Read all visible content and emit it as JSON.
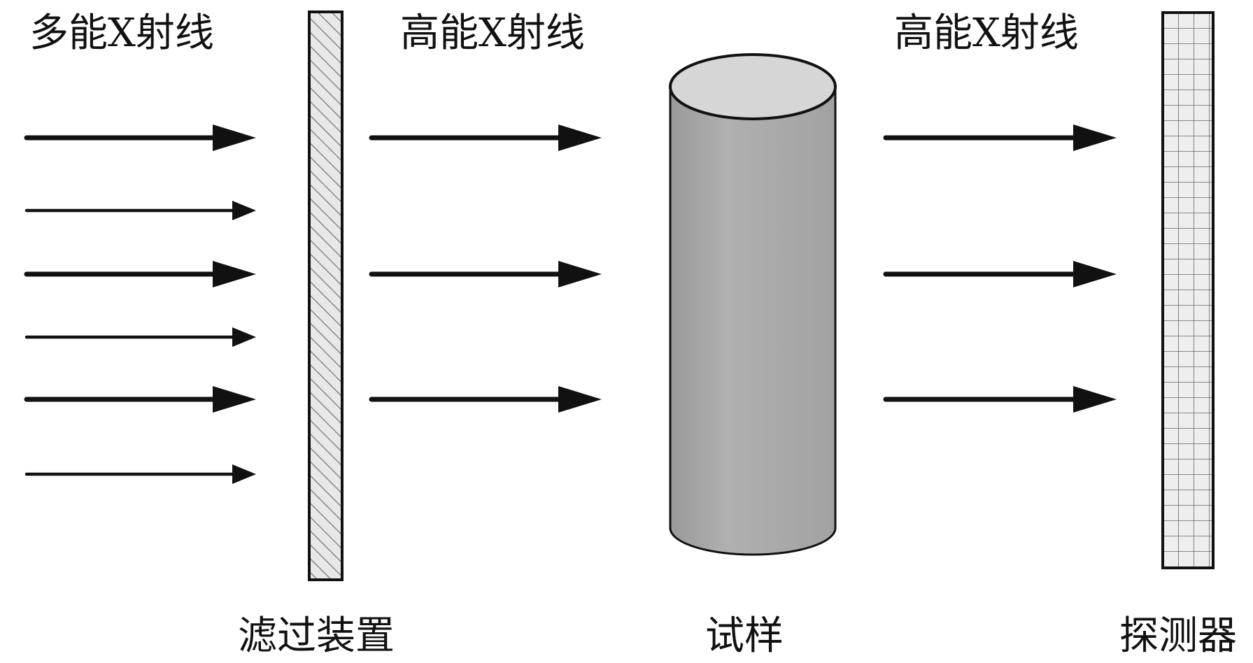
{
  "labels": {
    "incoming_beam": "多能X射线",
    "filtered_beam": "高能X射线",
    "transmitted_beam": "高能X射线",
    "filter": "滤过装置",
    "sample": "试样",
    "detector": "探测器"
  },
  "arrows": {
    "incoming": [
      {
        "weight": "heavy"
      },
      {
        "weight": "light"
      },
      {
        "weight": "heavy"
      },
      {
        "weight": "light"
      },
      {
        "weight": "heavy"
      },
      {
        "weight": "light"
      }
    ],
    "filtered": [
      {
        "weight": "heavy"
      },
      {
        "weight": "heavy"
      },
      {
        "weight": "heavy"
      }
    ],
    "transmitted": [
      {
        "weight": "heavy"
      },
      {
        "weight": "heavy"
      },
      {
        "weight": "heavy"
      }
    ]
  },
  "colors": {
    "ink": "#111111",
    "sample_body": "#a8a8a8",
    "sample_top": "#d6d6d6",
    "filter_fill": "#e6e6e6",
    "detector_fill": "#eeeeee"
  }
}
